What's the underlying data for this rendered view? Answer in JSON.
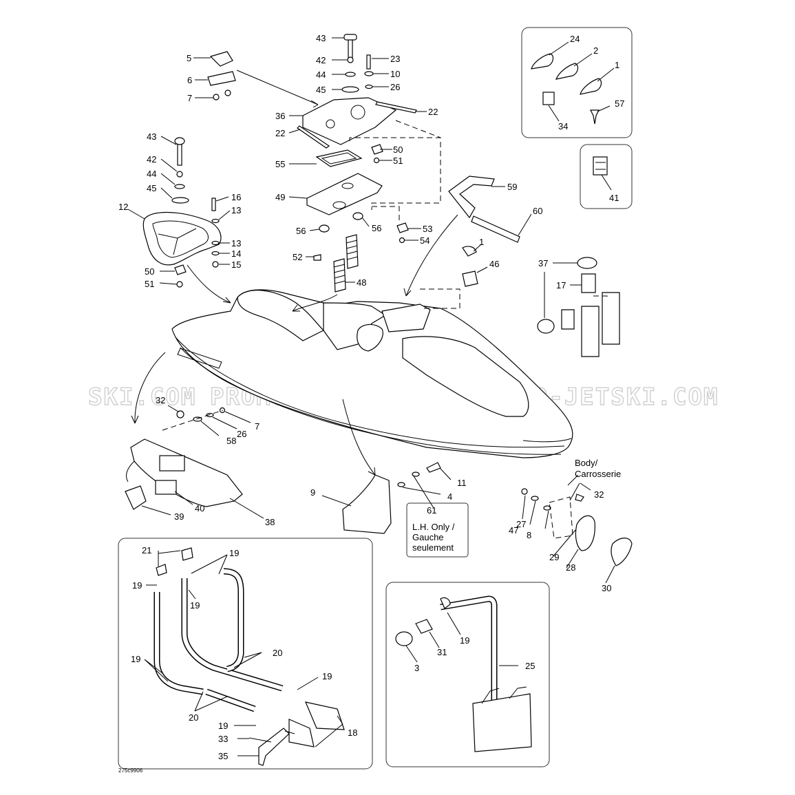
{
  "watermark": {
    "left": "SKI.COM",
    "center": "PROMO-JETSKI.COM",
    "right": "PROMO-JETSKI.COM"
  },
  "drawing_code": "275c9906",
  "notes": {
    "body": [
      "Body/",
      "Carrosserie"
    ],
    "lh_only": [
      "L.H. Only /",
      "Gauche",
      "seulement"
    ]
  },
  "callouts": {
    "c5": "5",
    "c6": "6",
    "c7a": "7",
    "c43a": "43",
    "c42a": "42",
    "c44a": "44",
    "c45a": "45",
    "c23": "23",
    "c10": "10",
    "c26a": "26",
    "c36": "36",
    "c22a": "22",
    "c22b": "22",
    "c50a": "50",
    "c51a": "51",
    "c55": "55",
    "c49": "49",
    "c56a": "56",
    "c56b": "56",
    "c53": "53",
    "c54": "54",
    "c52": "52",
    "c48": "48",
    "c43b": "43",
    "c42b": "42",
    "c44b": "44",
    "c45b": "45",
    "c16": "16",
    "c13a": "13",
    "c12": "12",
    "c13b": "13",
    "c14": "14",
    "c15": "15",
    "c50b": "50",
    "c51b": "51",
    "c24": "24",
    "c2": "2",
    "c1a": "1",
    "c57": "57",
    "c34": "34",
    "c41": "41",
    "c59": "59",
    "c60": "60",
    "c1b": "1",
    "c46": "46",
    "c37": "37",
    "c17": "17",
    "c32a": "32",
    "c7b": "7",
    "c26b": "26",
    "c58": "58",
    "c40": "40",
    "c39": "39",
    "c38": "38",
    "c9": "9",
    "c11": "11",
    "c4": "4",
    "c61": "61",
    "c32b": "32",
    "c27": "27",
    "c47": "47",
    "c8": "8",
    "c29": "29",
    "c28": "28",
    "c30": "30",
    "c21": "21",
    "c19a": "19",
    "c19b": "19",
    "c19c": "19",
    "c19d": "19",
    "c19e": "19",
    "c19f": "19",
    "c20a": "20",
    "c20b": "20",
    "c33": "33",
    "c35": "35",
    "c18": "18",
    "c19g": "19",
    "c31": "31",
    "c3": "3",
    "c25": "25"
  }
}
